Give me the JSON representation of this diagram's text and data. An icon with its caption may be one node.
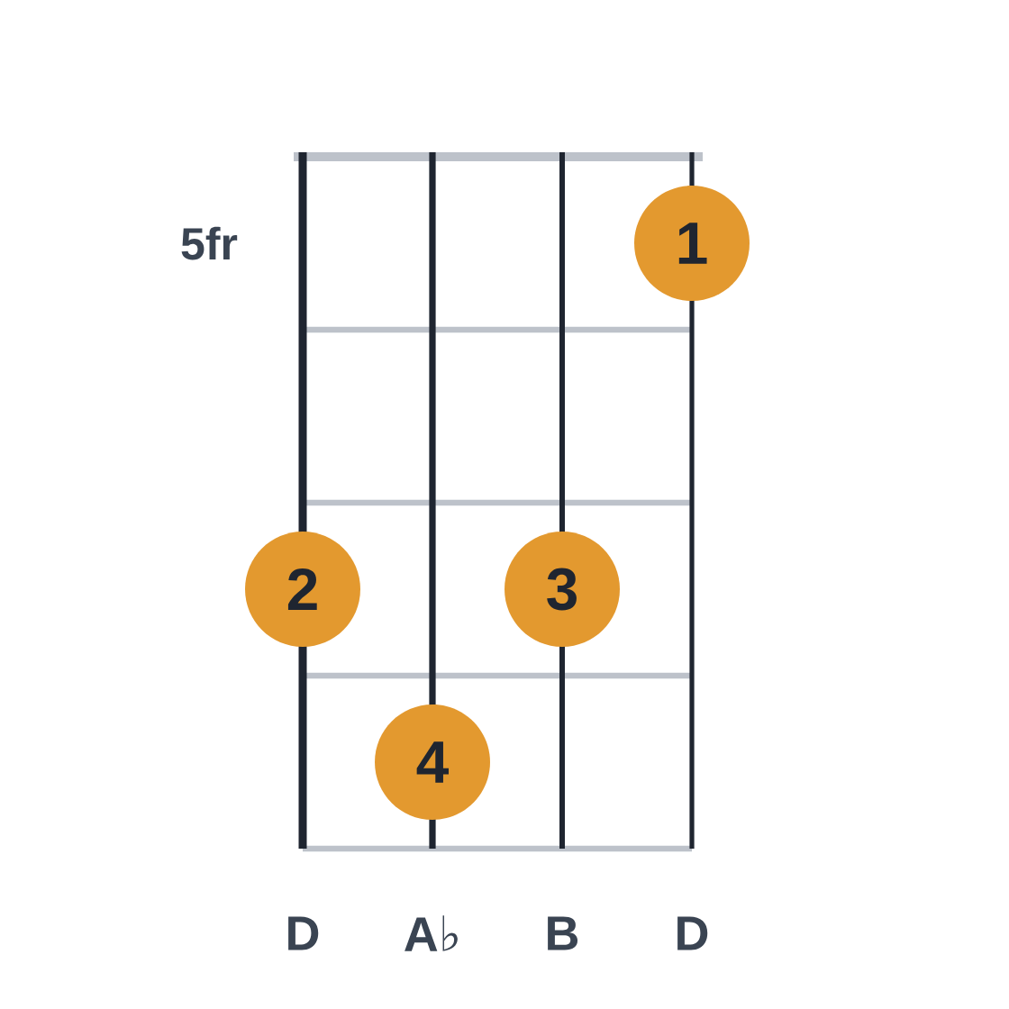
{
  "diagram": {
    "nodes": [
      {
        "text": [
          "1"
        ]
      },
      {
        "text": [
          "2"
        ]
      },
      {
        "text": [
          "3"
        ]
      },
      {
        "text": [
          "4"
        ]
      }
    ],
    "labels": [
      "5fr",
      "D",
      "A♭",
      "B",
      "D"
    ]
  }
}
